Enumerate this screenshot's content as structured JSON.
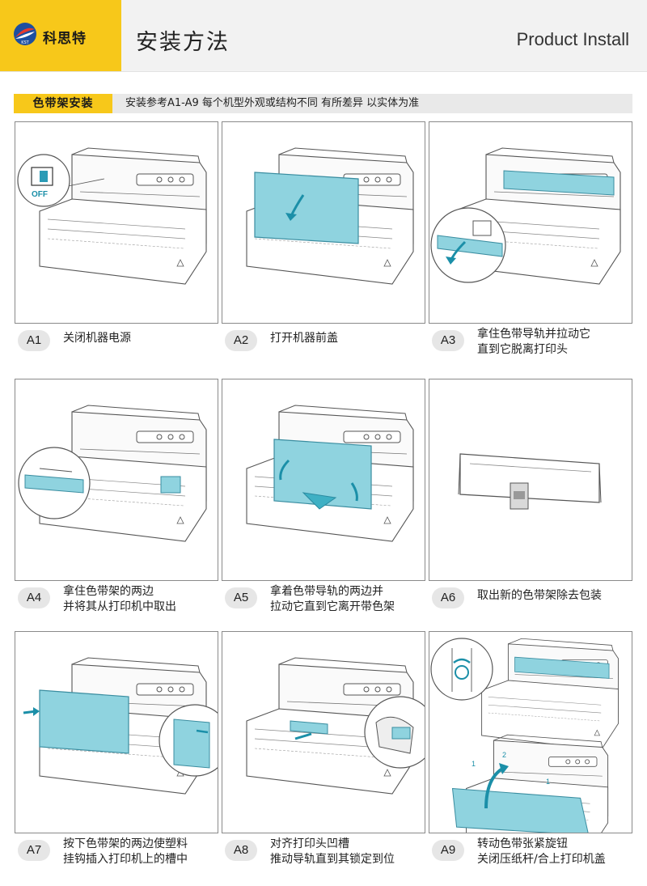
{
  "header": {
    "brand_name": "科思特",
    "logo_text": "KST",
    "title_cn": "安装方法",
    "title_en": "Product Install"
  },
  "section": {
    "label": "色带架安装",
    "note": "安装参考A1-A9 每个机型外观或结构不同 有所差异 以实体为准"
  },
  "colors": {
    "accent_yellow": "#f7c81a",
    "highlight_blue": "#8fd3df",
    "arrow_blue": "#1b8fa8"
  },
  "steps": [
    {
      "id": "A1",
      "lines": [
        "关闭机器电源"
      ],
      "overlay": "OFF",
      "icon": "power-switch-icon"
    },
    {
      "id": "A2",
      "lines": [
        "打开机器前盖"
      ]
    },
    {
      "id": "A3",
      "lines": [
        "拿住色带导轨并拉动它",
        "直到它脱离打印头"
      ]
    },
    {
      "id": "A4",
      "lines": [
        "拿住色带架的两边",
        "并将其从打印机中取出"
      ]
    },
    {
      "id": "A5",
      "lines": [
        "拿着色带导轨的两边并",
        "拉动它直到它离开带色架"
      ]
    },
    {
      "id": "A6",
      "lines": [
        "取出新的色带架除去包装"
      ]
    },
    {
      "id": "A7",
      "lines": [
        "按下色带架的两边使塑料",
        "挂钩插入打印机上的槽中"
      ]
    },
    {
      "id": "A8",
      "lines": [
        "对齐打印头凹槽",
        "推动导轨直到其锁定到位"
      ]
    },
    {
      "id": "A9",
      "lines": [
        "转动色带张紧旋钮",
        "关闭压纸杆/合上打印机盖"
      ],
      "overlay_marks": [
        "1",
        "2",
        "1"
      ]
    }
  ]
}
